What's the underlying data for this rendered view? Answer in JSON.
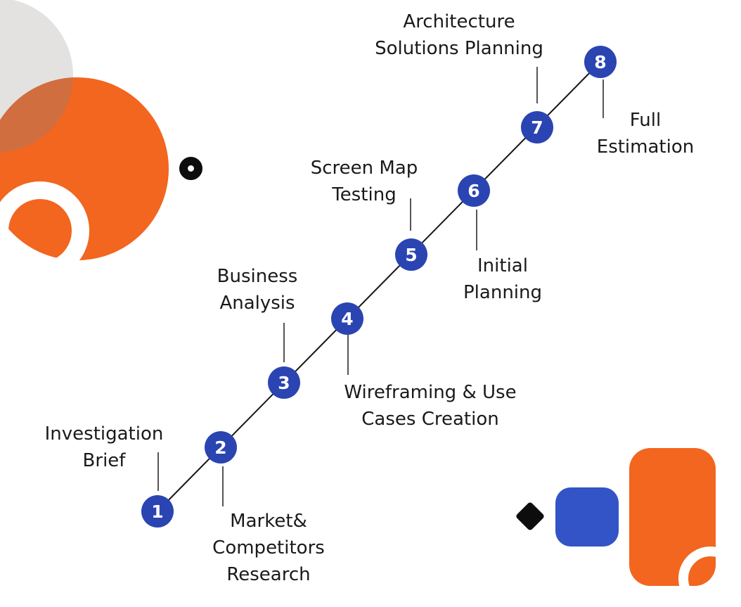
{
  "diagram_type": "process-timeline",
  "steps": [
    {
      "number": "1",
      "label": "Investigation Brief",
      "lines": [
        "Investigation",
        "Brief"
      ]
    },
    {
      "number": "2",
      "label": "Market& Competitors Research",
      "lines": [
        "Market&",
        "Competitors",
        "Research"
      ]
    },
    {
      "number": "3",
      "label": "Business Analysis",
      "lines": [
        "Business",
        "Analysis"
      ]
    },
    {
      "number": "4",
      "label": "Wireframing & Use Cases Creation",
      "lines": [
        "Wireframing & Use",
        "Cases Creation"
      ]
    },
    {
      "number": "5",
      "label": "Screen Map Testing",
      "lines": [
        "Screen Map",
        "Testing"
      ]
    },
    {
      "number": "6",
      "label": "Initial Planning",
      "lines": [
        "Initial",
        "Planning"
      ]
    },
    {
      "number": "7",
      "label": "Architecture Solutions Planning",
      "lines": [
        "Architecture",
        "Solutions Planning"
      ]
    },
    {
      "number": "8",
      "label": "Full Estimation",
      "lines": [
        "Full",
        "Estimation"
      ]
    }
  ],
  "decorations": [
    "gray-circle-top-left",
    "orange-circle-top-left",
    "gray-orange-overlap",
    "white-ring-cutout",
    "black-donut-dot",
    "black-diamond-bottom-right",
    "blue-rounded-square-bottom-right",
    "orange-rounded-rect-bottom-right",
    "white-ring-corner-cutout"
  ],
  "colors": {
    "orange": "#F2661F",
    "gray": "#E3E2E0",
    "overlap": "#D06E40",
    "blueMarker": "#2A44B2",
    "blueSquare": "#3354C6",
    "black": "#0D0D0D",
    "text": "#1A1A1A",
    "tick": "#555555",
    "line": "#141414"
  }
}
